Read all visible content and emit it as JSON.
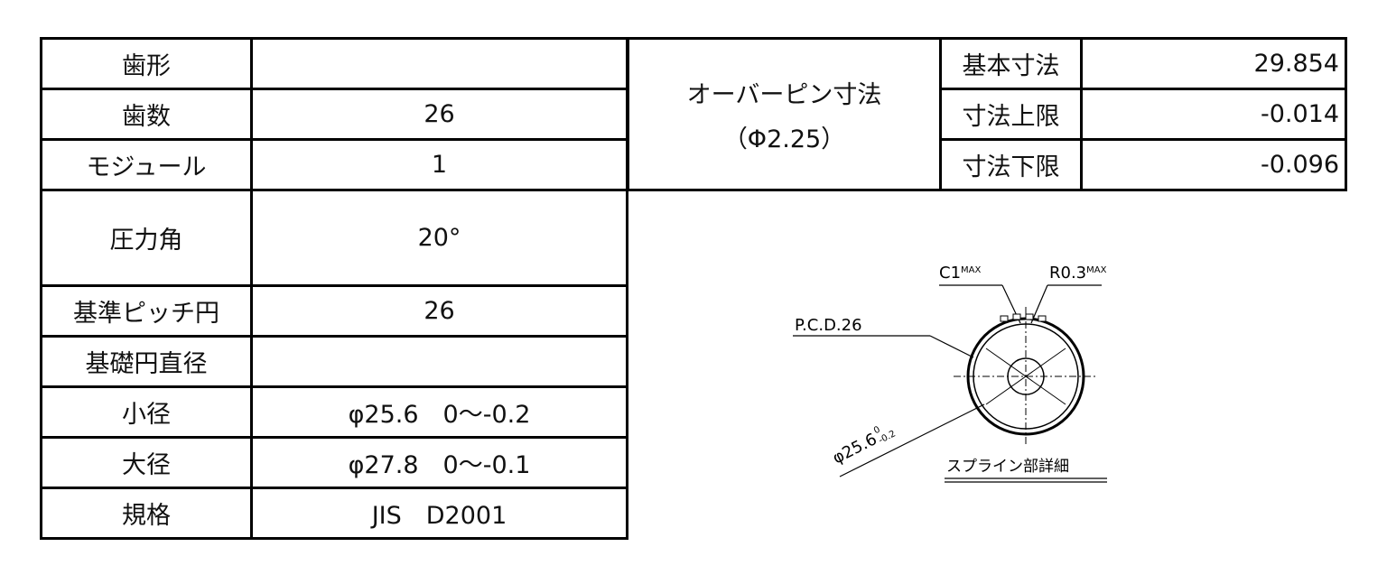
{
  "spec_table": {
    "rows": [
      {
        "label": "歯形",
        "value": ""
      },
      {
        "label": "歯数",
        "value": "26"
      },
      {
        "label": "モジュール",
        "value": "1"
      },
      {
        "label": "圧力角",
        "value": "20°"
      },
      {
        "label": "基準ピッチ円",
        "value": "26"
      },
      {
        "label": "基礎円直径",
        "value": ""
      },
      {
        "label": "小径",
        "value": "φ25.6　0～-0.2"
      },
      {
        "label": "大径",
        "value": "φ27.8　0～-0.1"
      },
      {
        "label": "規格",
        "value": "JIS　D2001"
      }
    ]
  },
  "over_pin": {
    "title_line1": "オーバーピン寸法",
    "title_line2": "（Φ2.25）",
    "rows": [
      {
        "label": "基本寸法",
        "value": "29.854"
      },
      {
        "label": "寸法上限",
        "value": "-0.014"
      },
      {
        "label": "寸法下限",
        "value": "-0.096"
      }
    ]
  },
  "drawing": {
    "chamfer": "C1",
    "chamfer_sup": "MAX",
    "radius": "R0.3",
    "radius_sup": "MAX",
    "pcd": "P.C.D.26",
    "diameter": "φ25.6",
    "diameter_tol_upper": "0",
    "diameter_tol_lower": "-0.2",
    "caption": "スプライン部詳細"
  }
}
